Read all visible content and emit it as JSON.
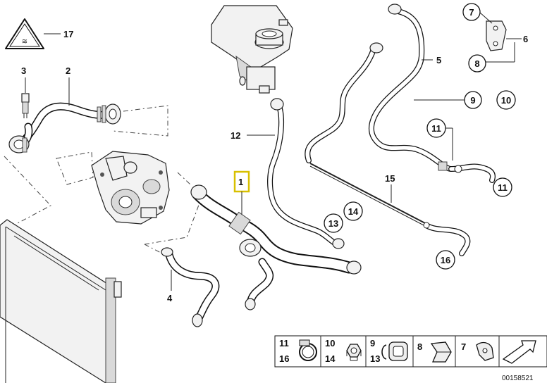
{
  "diagram": {
    "part_labels": {
      "p1": "1",
      "p2": "2",
      "p3": "3",
      "p4": "4",
      "p5": "5",
      "p6": "6",
      "p7": "7",
      "p8": "8",
      "p9": "9",
      "p10": "10",
      "p11a": "11",
      "p11b": "11",
      "p12": "12",
      "p13": "13",
      "p14": "14",
      "p15": "15",
      "p16": "16",
      "p17": "17"
    },
    "legend": {
      "c1_top": "11",
      "c1_bottom": "16",
      "c2_top": "10",
      "c2_bottom": "14",
      "c3_top": "9",
      "c3_bottom": "13",
      "c4": "8",
      "c5": "7"
    },
    "warning_symbol_text": "≋",
    "footer_code": "00158521"
  }
}
